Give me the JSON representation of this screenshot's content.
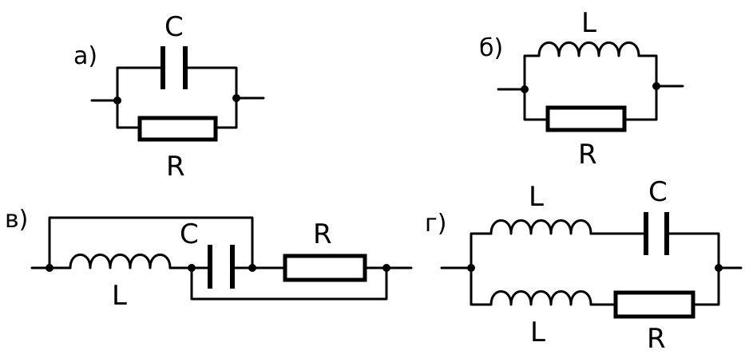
{
  "circuits": {
    "a": {
      "letter": "а)",
      "capacitor": "C",
      "resistor": "R"
    },
    "b": {
      "letter": "б)",
      "inductor": "L",
      "resistor": "R"
    },
    "v": {
      "letter": "в)",
      "inductor": "L",
      "capacitor": "C",
      "resistor": "R"
    },
    "g": {
      "letter": "г)",
      "inductor_top": "L",
      "capacitor": "C",
      "inductor_bottom": "L",
      "resistor": "R"
    }
  }
}
